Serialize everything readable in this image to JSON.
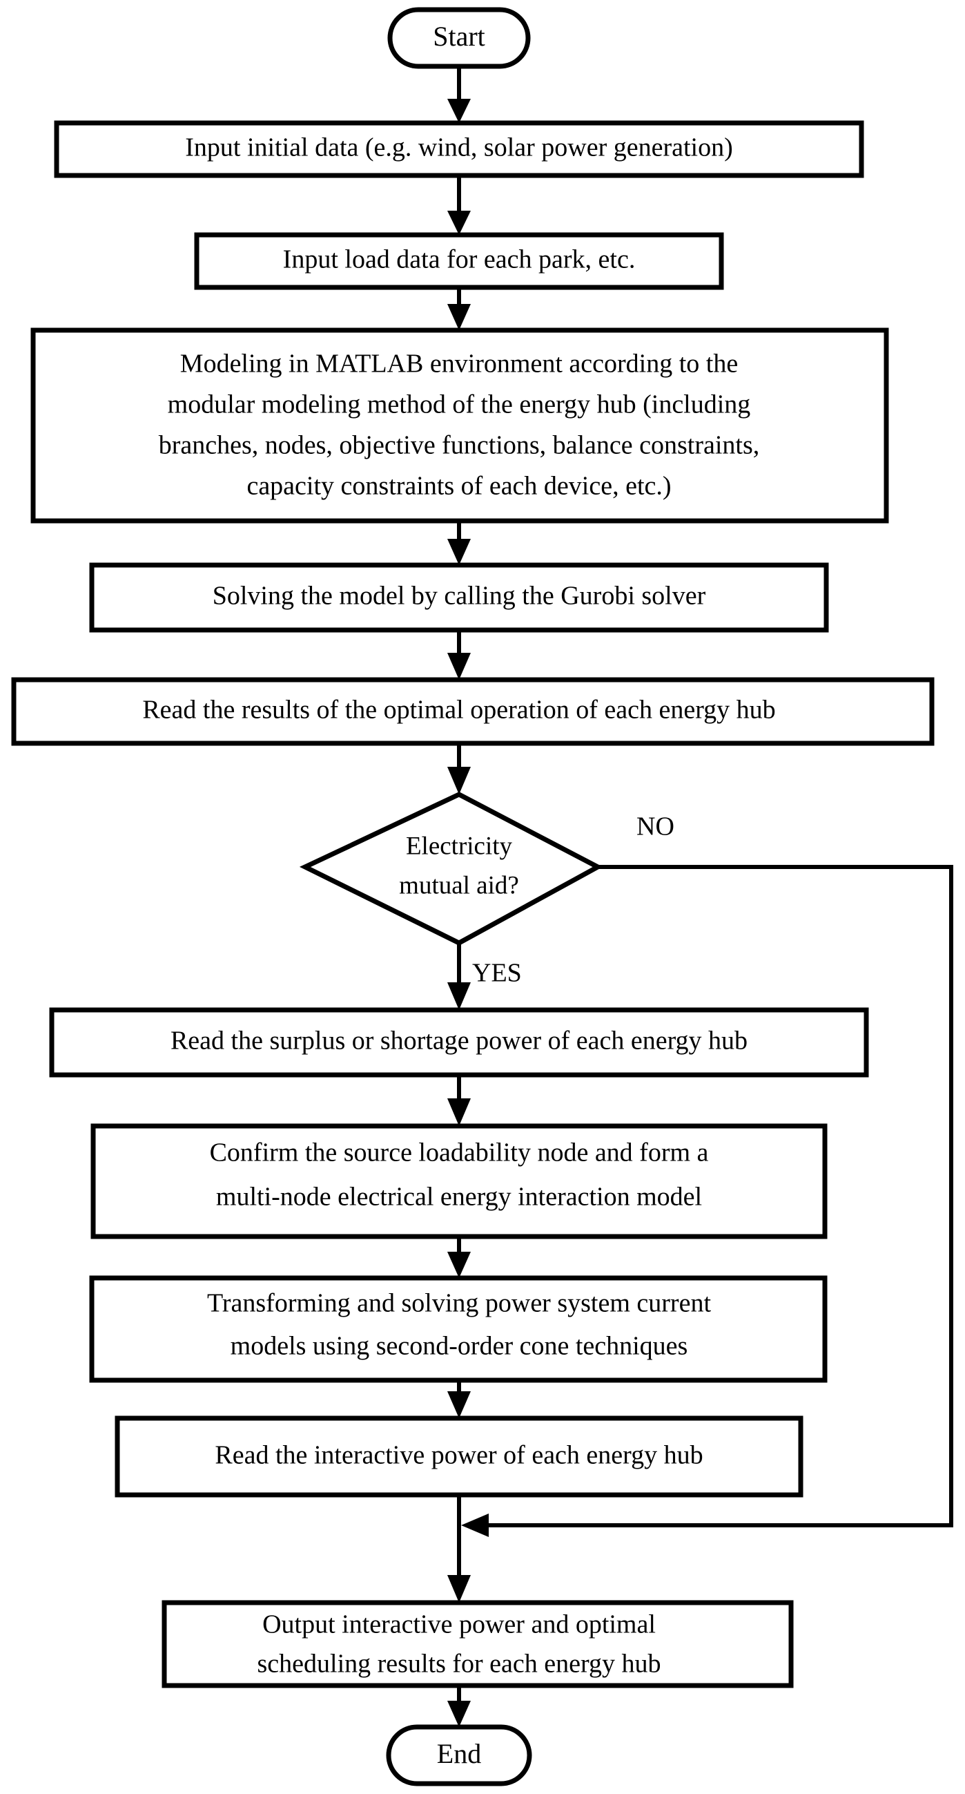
{
  "diagram": {
    "type": "flowchart",
    "title": "",
    "orientation": "top-to-bottom",
    "background_color": "#ffffff",
    "line_color": "#000000",
    "text_color": "#000000",
    "nodes": [
      {
        "id": "start",
        "shape": "terminator",
        "label": "Start",
        "lines": [
          "Start"
        ]
      },
      {
        "id": "input-initial-data",
        "shape": "process",
        "label": "Input initial data (e.g. wind, solar power generation)",
        "lines": [
          "Input initial data (e.g. wind, solar power generation)"
        ]
      },
      {
        "id": "input-load-data",
        "shape": "process",
        "label": "Input load data for each park, etc.",
        "lines": [
          "Input load data for each park, etc."
        ]
      },
      {
        "id": "modeling-matlab",
        "shape": "process",
        "label": "Modeling in MATLAB environment according to the modular modeling method of the energy hub (including branches, nodes, objective functions, balance constraints, capacity constraints of each device, etc.)",
        "lines": [
          "Modeling in MATLAB environment according to the",
          "modular modeling method of the energy hub (including",
          "branches, nodes, objective functions, balance constraints,",
          "capacity constraints of each device, etc.)"
        ]
      },
      {
        "id": "solve-gurobi",
        "shape": "process",
        "label": "Solving the model by calling the Gurobi solver",
        "lines": [
          "Solving the model by calling the Gurobi solver"
        ]
      },
      {
        "id": "read-optimal-results",
        "shape": "process",
        "label": "Read the results of the optimal operation of each energy hub",
        "lines": [
          "Read the results of the optimal operation of each energy hub"
        ]
      },
      {
        "id": "decision-electricity-mutual-aid",
        "shape": "decision",
        "label": "Electricity mutual aid?",
        "lines": [
          "Electricity",
          "mutual aid?"
        ]
      },
      {
        "id": "read-surplus-shortage",
        "shape": "process",
        "label": "Read the surplus or shortage power of each energy hub",
        "lines": [
          "Read the surplus or shortage power of each energy hub"
        ]
      },
      {
        "id": "confirm-source-loadability",
        "shape": "process",
        "label": "Confirm the source loadability node and form a multi-node electrical energy interaction model",
        "lines": [
          "Confirm the source loadability node and form a",
          "multi-node electrical energy interaction model"
        ]
      },
      {
        "id": "transform-second-order-cone",
        "shape": "process",
        "label": "Transforming and solving power system current models using second-order cone techniques",
        "lines": [
          "Transforming and solving power system current",
          "models using second-order cone techniques"
        ]
      },
      {
        "id": "read-interactive-power",
        "shape": "process",
        "label": "Read the interactive power of each energy hub",
        "lines": [
          "Read the interactive power of each energy hub"
        ]
      },
      {
        "id": "output-results",
        "shape": "process",
        "label": "Output interactive power and optimal scheduling results for each energy hub",
        "lines": [
          "Output interactive power and optimal",
          "scheduling results for each energy hub"
        ]
      },
      {
        "id": "end",
        "shape": "terminator",
        "label": "End",
        "lines": [
          "End"
        ]
      }
    ],
    "edge_labels": {
      "no": "NO",
      "yes": "YES"
    },
    "edges": [
      {
        "from": "start",
        "to": "input-initial-data",
        "label": ""
      },
      {
        "from": "input-initial-data",
        "to": "input-load-data",
        "label": ""
      },
      {
        "from": "input-load-data",
        "to": "modeling-matlab",
        "label": ""
      },
      {
        "from": "modeling-matlab",
        "to": "solve-gurobi",
        "label": ""
      },
      {
        "from": "solve-gurobi",
        "to": "read-optimal-results",
        "label": ""
      },
      {
        "from": "read-optimal-results",
        "to": "decision-electricity-mutual-aid",
        "label": ""
      },
      {
        "from": "decision-electricity-mutual-aid",
        "to": "read-surplus-shortage",
        "label": "YES"
      },
      {
        "from": "decision-electricity-mutual-aid",
        "to": "output-results",
        "label": "NO"
      },
      {
        "from": "read-surplus-shortage",
        "to": "confirm-source-loadability",
        "label": ""
      },
      {
        "from": "confirm-source-loadability",
        "to": "transform-second-order-cone",
        "label": ""
      },
      {
        "from": "transform-second-order-cone",
        "to": "read-interactive-power",
        "label": ""
      },
      {
        "from": "read-interactive-power",
        "to": "output-results",
        "label": ""
      },
      {
        "from": "output-results",
        "to": "end",
        "label": ""
      }
    ]
  }
}
